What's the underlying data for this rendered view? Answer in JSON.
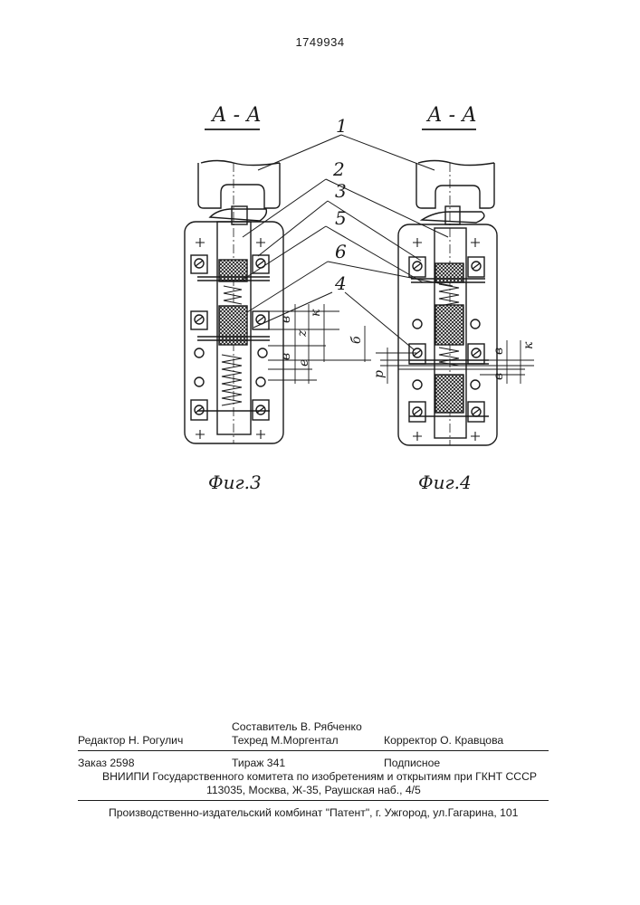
{
  "document": {
    "number": "1749934"
  },
  "drawing": {
    "section_label": "А - А",
    "leader_labels": [
      "1",
      "2",
      "3",
      "5",
      "6",
      "4"
    ],
    "dimension_letters": {
      "v": "в",
      "k": "к",
      "z": "z",
      "e": "е",
      "b": "б",
      "p": "р"
    }
  },
  "figures": [
    {
      "caption": "Фиг.3"
    },
    {
      "caption": "Фиг.4"
    }
  ],
  "imprint": {
    "editor": "Редактор  Н. Рогулич",
    "compiler": "Составитель  В. Рябченко",
    "techred": "Техред М.Моргентал",
    "corrector": "Корректор  О. Кравцова",
    "order": "Заказ  2598",
    "circulation": "Тираж 341",
    "subscription": "Подписное",
    "vniipi": "ВНИИПИ Государственного комитета по изобретениям и открытиям при ГКНТ СССР",
    "address": "113035, Москва, Ж-35, Раушская наб., 4/5",
    "publisher": "Производственно-издательский комбинат \"Патент\", г. Ужгород, ул.Гагарина, 101"
  }
}
